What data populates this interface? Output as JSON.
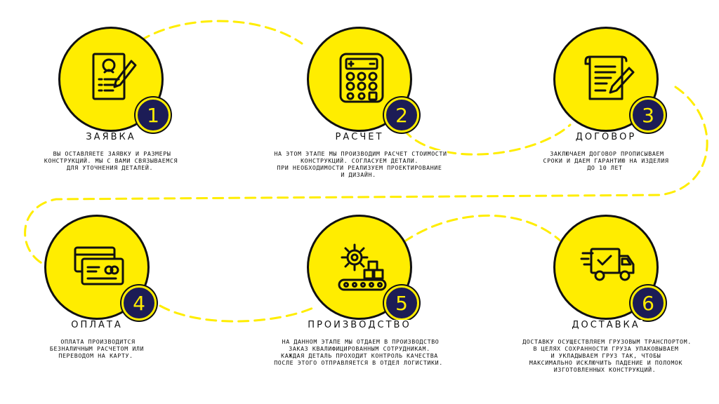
{
  "accent_color": "#ffed00",
  "number_badge_color": "#1c1c56",
  "steps": [
    {
      "number": "1",
      "title": "ЗАЯВКА",
      "icon": "application-form-icon",
      "description": "ВЫ ОСТАВЛЯЕТЕ ЗАЯВКУ И РАЗМЕРЫ\nКОНСТРУКЦИЙ. МЫ С ВАМИ СВЯЗЫВАЕМСЯ\nДЛЯ УТОЧНЕНИЯ ДЕТАЛЕЙ."
    },
    {
      "number": "2",
      "title": "РАСЧЕТ",
      "icon": "calculator-icon",
      "description": "НА ЭТОМ ЭТАПЕ МЫ ПРОИЗВОДИМ РАСЧЕТ СТОИМОСТИ\nКОНСТРУКЦИЙ. СОГЛАСУЕМ ДЕТАЛИ.\nПРИ НЕОБХОДИМОСТИ РЕАЛИЗУЕМ ПРОЕКТИРОВАНИЕ\nИ ДИЗАЙН."
    },
    {
      "number": "3",
      "title": "ДОГОВОР",
      "icon": "contract-pen-icon",
      "description": "ЗАКЛЮЧАЕМ ДОГОВОР ПРОПИСЫВАЕМ\nСРОКИ И ДАЕМ ГАРАНТИЮ НА ИЗДЕЛИЯ\nДО 10 ЛЕТ"
    },
    {
      "number": "4",
      "title": "ОПЛАТА",
      "icon": "credit-cards-icon",
      "description": "ОПЛАТА ПРОИЗВОДИТСЯ\nБЕЗНАЛИЧНЫМ РАСЧЕТОМ ИЛИ\nПЕРЕВОДОМ НА КАРТУ."
    },
    {
      "number": "5",
      "title": "ПРОИЗВОДСТВО",
      "icon": "production-gear-conveyor-icon",
      "description": "НА ДАННОМ ЭТАПЕ МЫ ОТДАЕМ В ПРОИЗВОДСТВО\nЗАКАЗ КВАЛИФИЦИРОВАННЫМ СОТРУДНИКАМ.\nКАЖДАЯ ДЕТАЛЬ ПРОХОДИТ КОНТРОЛЬ КАЧЕСТВА\nПОСЛЕ ЭТОГО ОТПРАВЛЯЕТСЯ В ОТДЕЛ ЛОГИСТИКИ."
    },
    {
      "number": "6",
      "title": "ДОСТАВКА",
      "icon": "delivery-truck-icon",
      "description": "ДОСТАВКУ ОСУЩЕСТВЛЯЕМ ГРУЗОВЫМ ТРАНСПОРТОМ.\nВ ЦЕЛЯХ СОХРАННОСТИ ГРУЗА УПАКОВЫВАЕМ\nИ УКЛАДЫВАЕМ ГРУЗ ТАК, ЧТОБЫ\nМАКСИМАЛЬНО ИСКЛЮЧИТЬ ПАДЕНИЕ И ПОЛОМОК\nИЗГОТОВЛЕННЫХ КОНСТРУКЦИЙ."
    }
  ]
}
